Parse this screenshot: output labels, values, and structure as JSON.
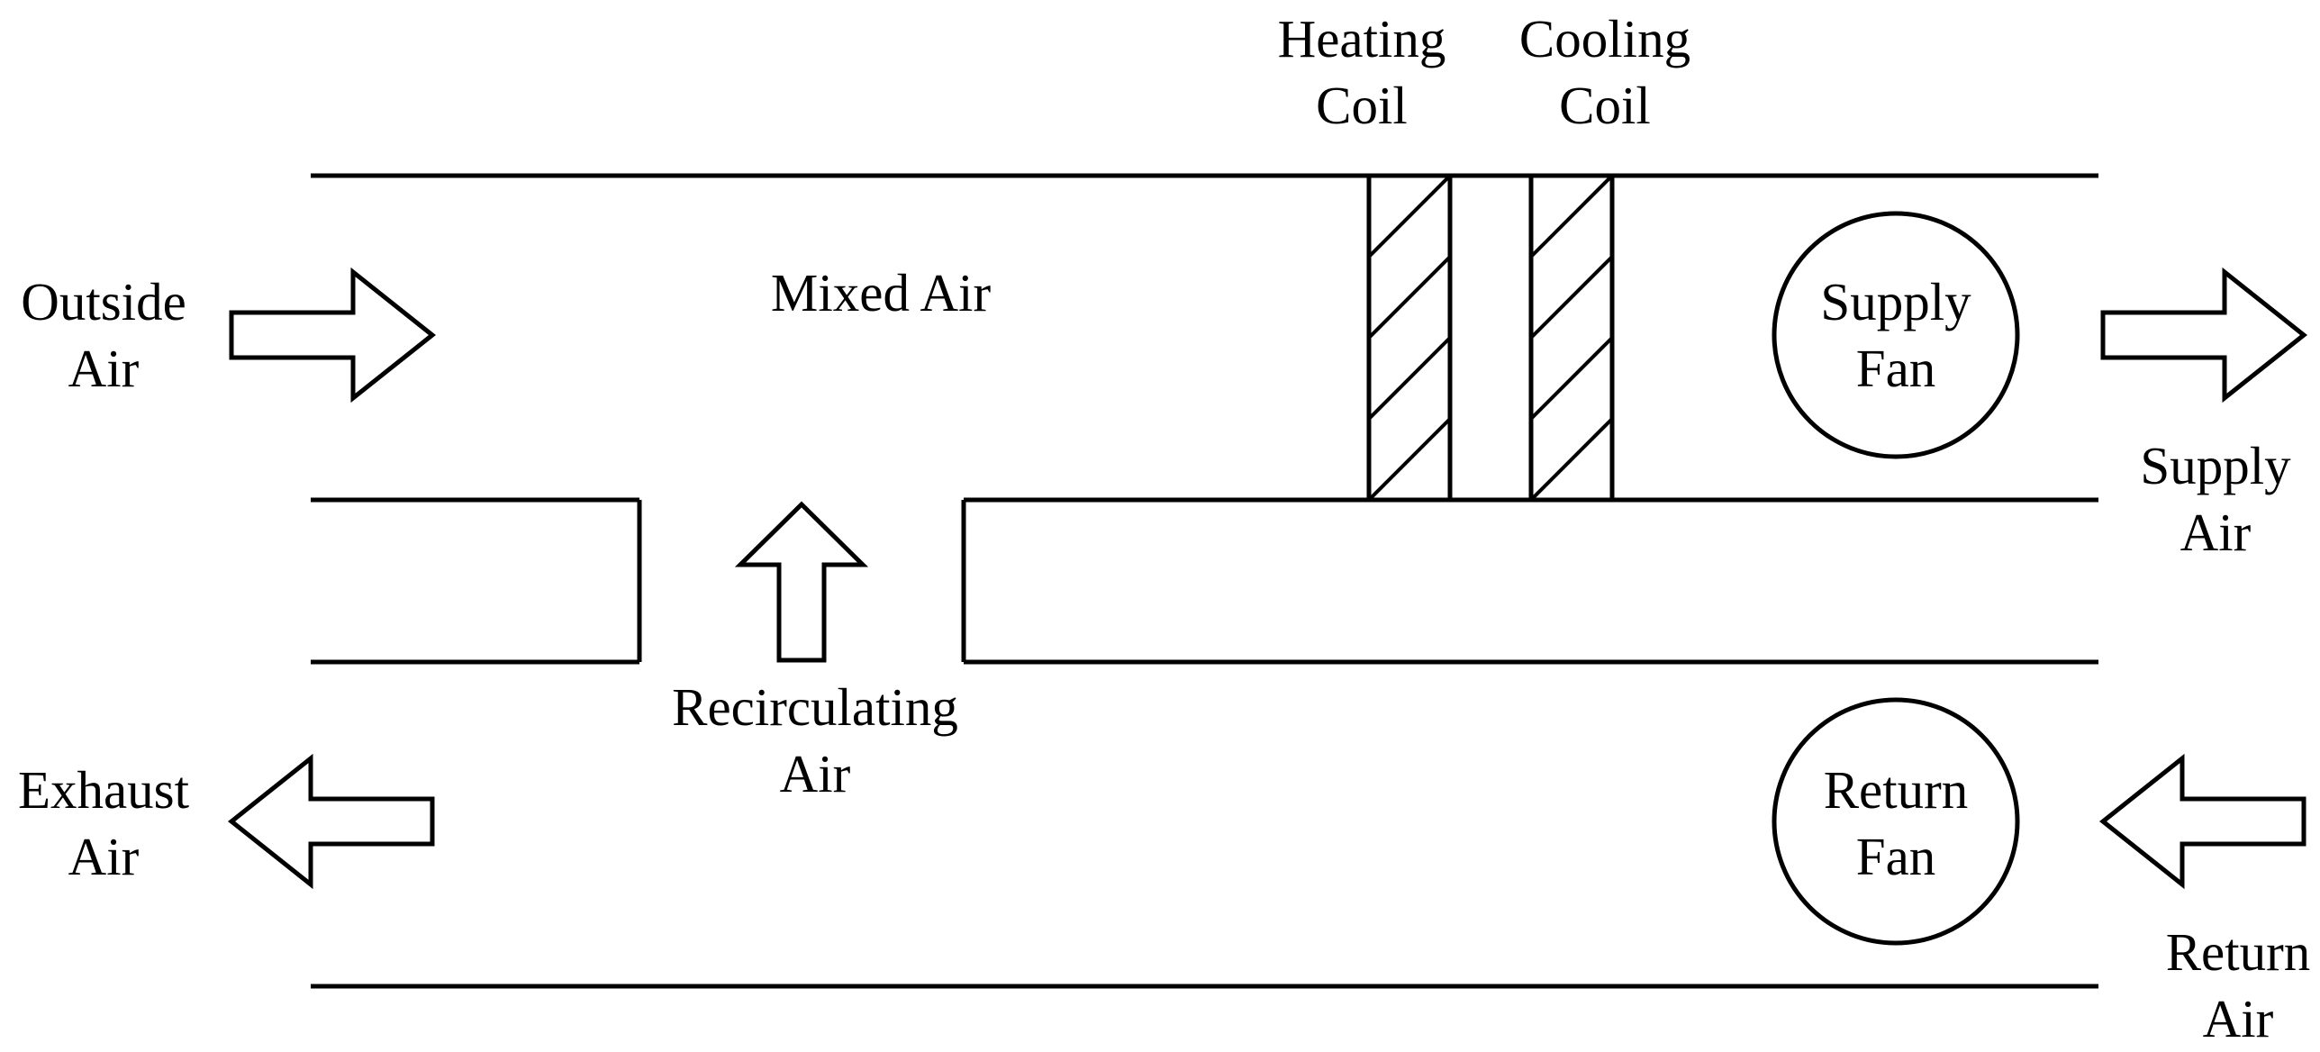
{
  "labels": {
    "heating_coil": [
      "Heating",
      "Coil"
    ],
    "cooling_coil": [
      "Cooling",
      "Coil"
    ],
    "outside_air": [
      "Outside",
      "Air"
    ],
    "mixed_air": "Mixed Air",
    "supply_fan": [
      "Supply",
      "Fan"
    ],
    "supply_air": [
      "Supply",
      "Air"
    ],
    "recirculating_air": [
      "Recirculating",
      "Air"
    ],
    "exhaust_air": [
      "Exhaust",
      "Air"
    ],
    "return_fan": [
      "Return",
      "Fan"
    ],
    "return_air": [
      "Return",
      "Air"
    ]
  },
  "colors": {
    "stroke": "#000000",
    "background": "#ffffff"
  }
}
